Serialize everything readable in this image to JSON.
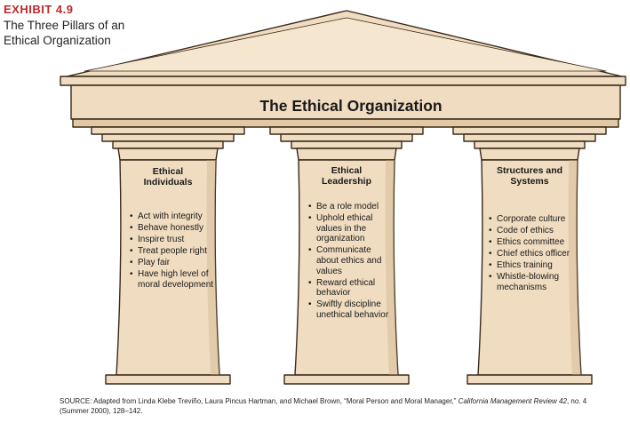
{
  "exhibit": {
    "label": "EXHIBIT 4.9",
    "title": "The Three Pillars of an Ethical Organization"
  },
  "diagram": {
    "title": "The Ethical Organization",
    "pillars": [
      {
        "heading": "Ethical Individuals",
        "items": [
          "Act with integrity",
          "Behave honestly",
          "Inspire trust",
          "Treat people right",
          "Play fair",
          "Have high level of moral development"
        ]
      },
      {
        "heading": "Ethical Leadership",
        "items": [
          "Be a role model",
          "Uphold ethical values in the organization",
          "Communicate about ethics and values",
          "Reward ethical behavior",
          "Swiftly discipline unethical behavior"
        ]
      },
      {
        "heading": "Structures and Systems",
        "items": [
          "Corporate culture",
          "Code of ethics",
          "Ethics committee",
          "Chief ethics officer",
          "Ethics training",
          "Whistle-blowing mechanisms"
        ]
      }
    ]
  },
  "source": {
    "prefix": "SOURCE: Adapted from Linda Klebe Treviño, Laura Pincus Hartman, and Michael Brown, “Moral Person and Moral Manager,” ",
    "journal": "California Management Review 42",
    "suffix": ", no. 4 (Summer 2000), 128–142."
  },
  "colors": {
    "stone": "#f0dcc0",
    "stone_shadow": "#c9ab85",
    "outline": "#3a2a1a"
  }
}
